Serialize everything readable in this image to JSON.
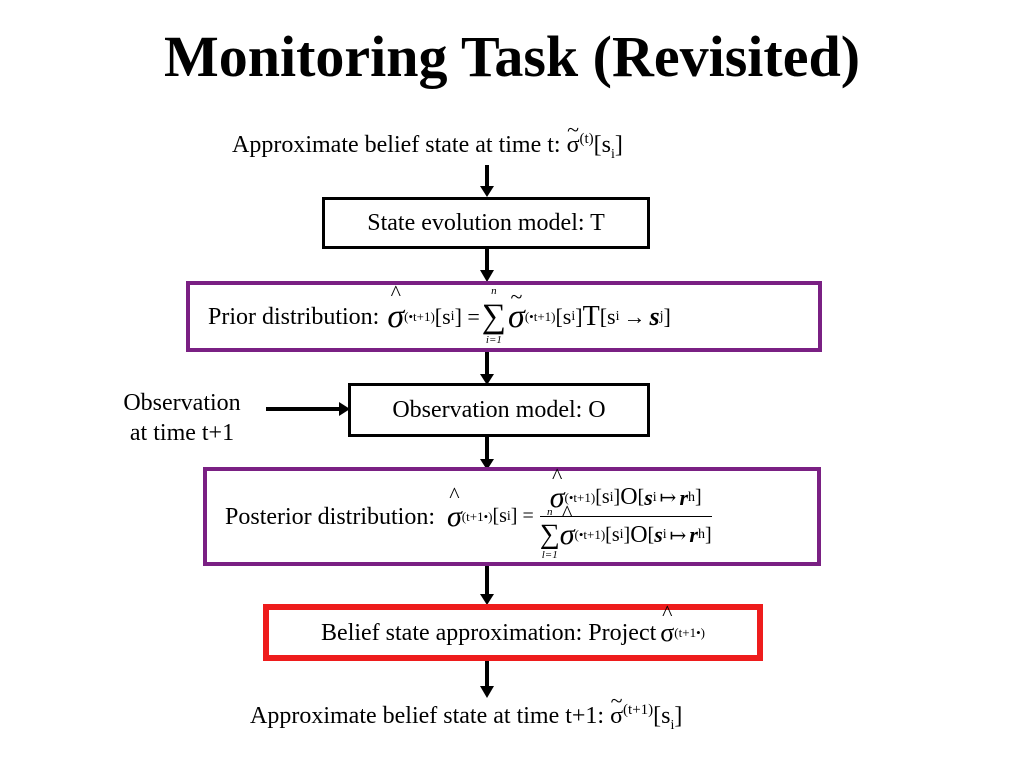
{
  "title": "Monitoring Task (Revisited)",
  "top_label": {
    "text": "Approximate belief state at time t:",
    "symbol": "σ",
    "sup": "(t)",
    "arg": "[s",
    "sub": "i",
    "close": "]"
  },
  "state_evolution": {
    "label": "State evolution model: T"
  },
  "prior": {
    "label": "Prior distribution:",
    "sup": "(•t+1)",
    "lhs_arg": "[s",
    "sub_i": "i",
    "eq": "] =",
    "sum_top": "n",
    "sum_bot": "i=1",
    "T": "T",
    "trans": "[s",
    "arrow": "→",
    "s_j": "s",
    "sub_j": "j"
  },
  "observation_input": {
    "line1": "Observation",
    "line2": "at time t+1"
  },
  "observation_model": {
    "label": "Observation model: O"
  },
  "posterior": {
    "label": "Posterior distribution:",
    "lhs_sup": "(t+1•)",
    "sup": "(•t+1)",
    "O": "O",
    "mapsto": "↦",
    "r": "r",
    "sub_h": "h",
    "sum_top": "n",
    "sum_bot": "l=1"
  },
  "projection": {
    "label": "Belief state approximation: Project",
    "sup": "(t+1•)"
  },
  "bottom_label": {
    "text": "Approximate belief state at time t+1:",
    "symbol": "σ",
    "sup": "(t+1)",
    "arg": "[s",
    "sub": "i",
    "close": "]"
  },
  "colors": {
    "purple_border": "#7a2083",
    "red_border": "#ee1c1c",
    "arrow": "#000000"
  },
  "icons": {
    "arrow": "down-arrow-icon",
    "hat": "hat-accent",
    "tilde": "tilde-accent"
  }
}
